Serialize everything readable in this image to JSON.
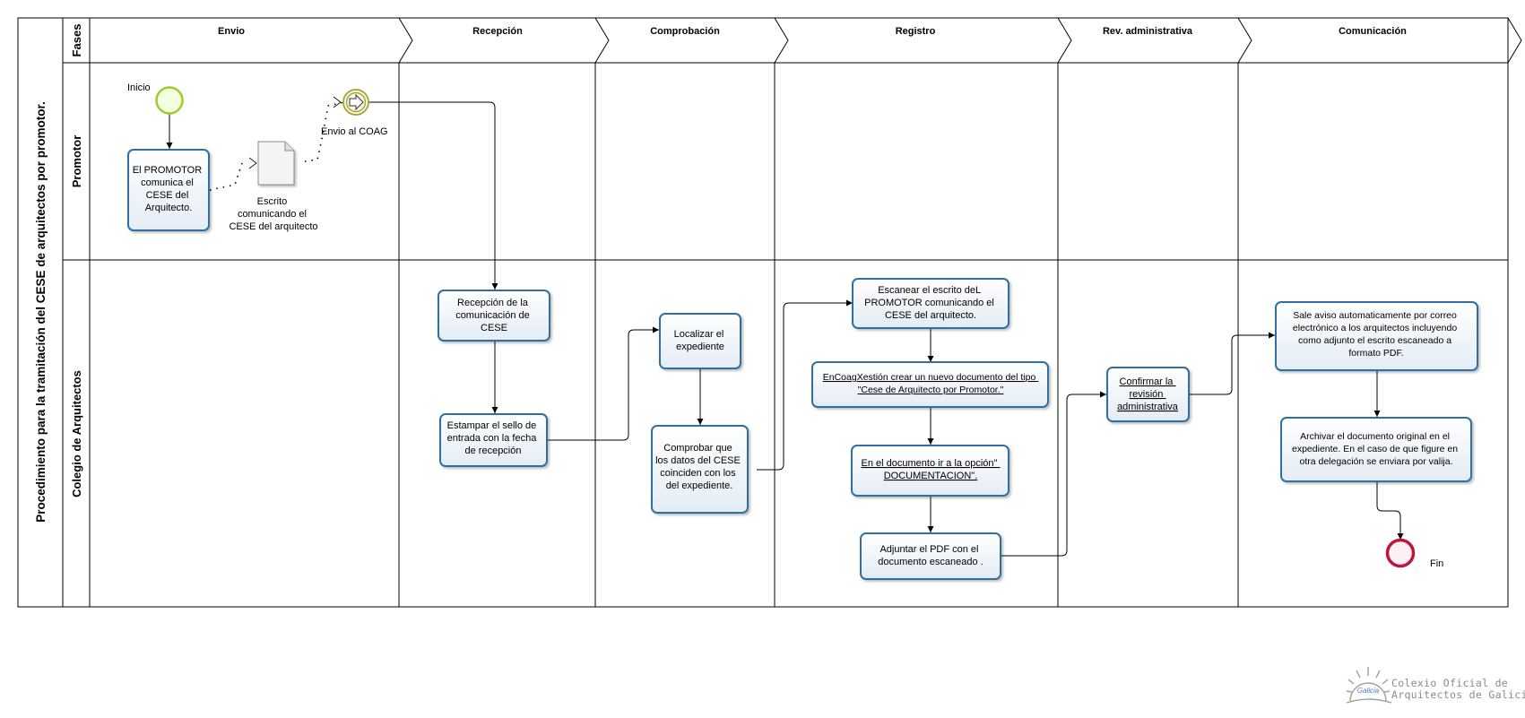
{
  "pool": {
    "title": "Procedimiento para la tramitación del CESE de arquitectos por promotor."
  },
  "lanes": {
    "phases": "Fases",
    "promotor": "Promotor",
    "colegio": "Colegio de Arquitectos"
  },
  "phases": [
    {
      "label": "Envio"
    },
    {
      "label": "Recepción"
    },
    {
      "label": "Comprobación"
    },
    {
      "label": "Registro"
    },
    {
      "label": "Rev. administrativa"
    },
    {
      "label": "Comunicación"
    }
  ],
  "events": {
    "start": "Inicio",
    "message": "Envio al COAG",
    "end": "Fin"
  },
  "document": {
    "lines": [
      "Escrito",
      "comunicando el",
      "CESE del arquitecto"
    ]
  },
  "tasks": {
    "promotor_comunica": {
      "lines": [
        "El PROMOTOR",
        "comunica el",
        "CESE del",
        "Arquitecto."
      ]
    },
    "recepcion": {
      "lines": [
        "Recepción de la",
        "comunicación  de",
        "CESE"
      ]
    },
    "estampar": {
      "lines": [
        "Estampar el sello de",
        "entrada con la fecha",
        "de recepción"
      ]
    },
    "localizar": {
      "lines": [
        "Localizar el",
        "expediente"
      ]
    },
    "comprobar": {
      "lines": [
        "Comprobar que",
        "los datos del CESE",
        "coinciden con los",
        "del expediente."
      ]
    },
    "escanear": {
      "lines": [
        "Escanear el escrito deL",
        "PROMOTOR comunicando el",
        "CESE del arquitecto."
      ]
    },
    "crear_documento": {
      "lines": [
        "EnCoagXestión crear un nuevo documento del tipo",
        "\"Cese de  Arquitecto por Promotor.\""
      ]
    },
    "ir_opcion": {
      "lines": [
        "En el documento ir a la opción\"",
        "DOCUMENTACION\"."
      ]
    },
    "adjuntar": {
      "lines": [
        "Adjuntar  el PDF con el",
        "documento escaneado ."
      ]
    },
    "confirmar": {
      "lines": [
        "Confirmar la",
        "revisión",
        "administrativa"
      ]
    },
    "aviso": {
      "lines": [
        "Sale aviso automaticamente por correo",
        "electrónico a los arquitectos incluyendo",
        "como adjunto el escrito escaneado a",
        "formato PDF."
      ]
    },
    "archivar": {
      "lines": [
        "Archivar el documento original en el",
        "expediente. En el caso de que figure en",
        "otra delegación se enviara por valija."
      ]
    }
  },
  "logo": {
    "line1": "Colexio Oficial de",
    "line2": "Arquitectos de Galicia",
    "mark": "Galicia"
  },
  "colors": {
    "task_border": "#2f6f9f",
    "task_fill": "#eef3f9",
    "start": "#9acd32",
    "end": "#c0143c",
    "intermediate": "#a8a030"
  }
}
